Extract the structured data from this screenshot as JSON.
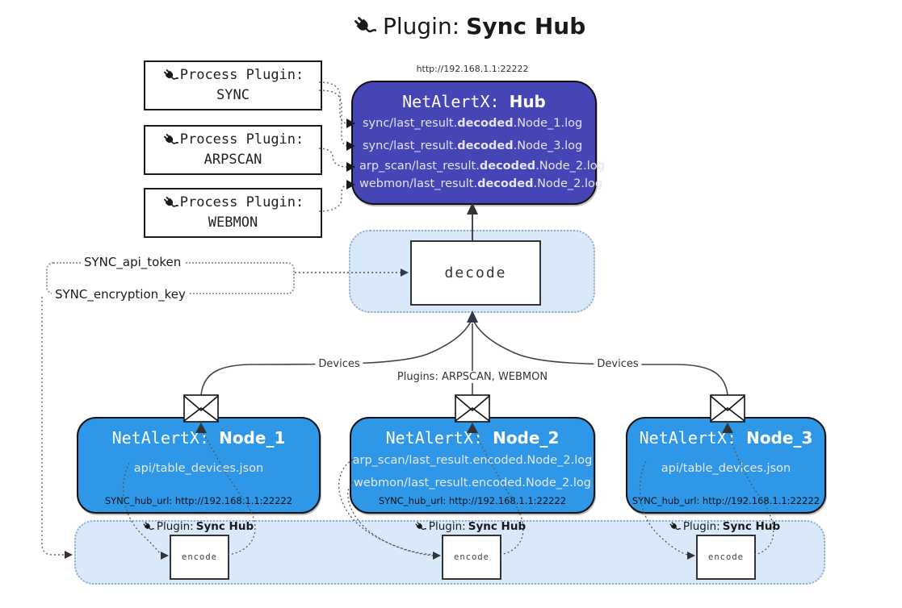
{
  "title": {
    "prefix": "Plugin:",
    "name": "Sync Hub"
  },
  "process_plugins": [
    {
      "label": "Process Plugin:",
      "name": "SYNC"
    },
    {
      "label": "Process Plugin:",
      "name": "ARPSCAN"
    },
    {
      "label": "Process Plugin:",
      "name": "WEBMON"
    }
  ],
  "hub": {
    "url": "http://192.168.1.1:22222",
    "title_prefix": "NetAlertX: ",
    "title_name": "Hub",
    "log_lines": [
      {
        "pre": "sync/last_result.",
        "bold": "decoded",
        "post": ".Node_1.log"
      },
      {
        "pre": "sync/last_result.",
        "bold": "decoded",
        "post": ".Node_3.log"
      },
      {
        "pre": "arp_scan/last_result.",
        "bold": "decoded",
        "post": ".Node_2.log"
      },
      {
        "pre": "webmon/last_result.",
        "bold": "decoded",
        "post": ".Node_2.log"
      }
    ]
  },
  "decode": {
    "label": "decode"
  },
  "config": {
    "api_token_label": "SYNC_api_token",
    "encryption_key_label": "SYNC_encryption_key"
  },
  "edge_labels": {
    "devices_left": "Devices",
    "devices_right": "Devices",
    "plugins_center": "Plugins: ARPSCAN, WEBMON"
  },
  "nodes": [
    {
      "title_prefix": "NetAlertX: ",
      "title_name": "Node_1",
      "files": [
        "api/table_devices.json"
      ],
      "hub_url": "SYNC_hub_url: http://192.168.1.1:22222"
    },
    {
      "title_prefix": "NetAlertX: ",
      "title_name": "Node_2",
      "files": [
        "arp_scan/last_result.encoded.Node_2.log",
        "webmon/last_result.encoded.Node_2.log"
      ],
      "hub_url": "SYNC_hub_url: http://192.168.1.1:22222"
    },
    {
      "title_prefix": "NetAlertX: ",
      "title_name": "Node_3",
      "files": [
        "api/table_devices.json"
      ],
      "hub_url": "SYNC_hub_url: http://192.168.1.1:22222"
    }
  ],
  "encoders": [
    {
      "plugin_prefix": "Plugin:",
      "plugin_name": "Sync Hub",
      "label": "encode"
    },
    {
      "plugin_prefix": "Plugin:",
      "plugin_name": "Sync Hub",
      "label": "encode"
    },
    {
      "plugin_prefix": "Plugin:",
      "plugin_name": "Sync Hub",
      "label": "encode"
    }
  ],
  "colors": {
    "hub_bg": "#4545B5",
    "node_bg": "#2E97E8",
    "container_bg": "#D9E9F9",
    "container_border": "#8FAECC",
    "box_border": "#111111",
    "hub_text": "#E4E4F2",
    "node_text": "#E9E9E9",
    "connector": "#555555"
  }
}
